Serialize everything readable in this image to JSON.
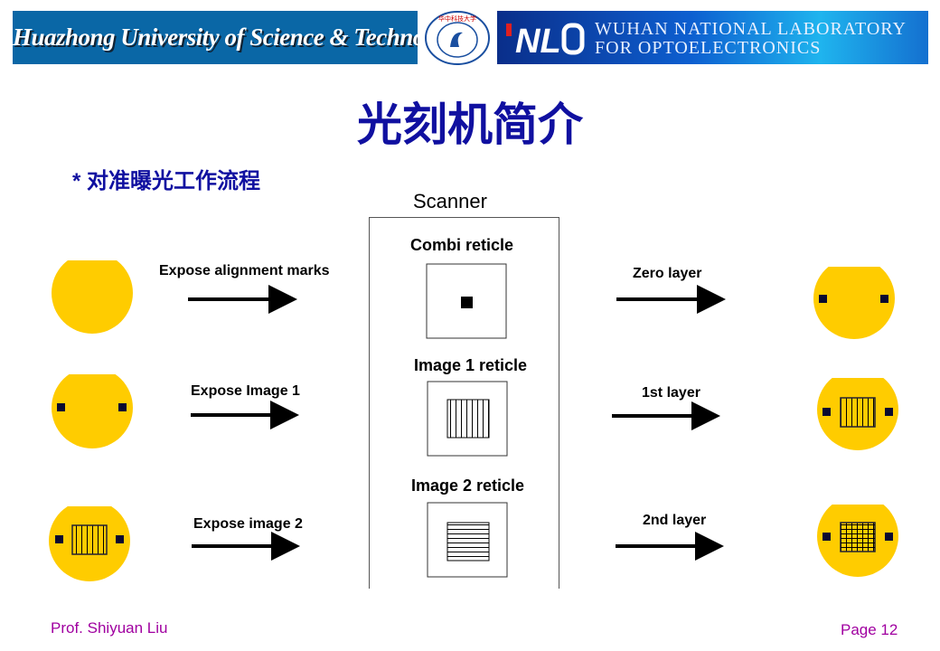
{
  "header": {
    "left_banner": "Huazhong University of Science & Technology",
    "right_banner_line1": "WUHAN NATIONAL LABORATORY",
    "right_banner_line2": "FOR OPTOELECTRONICS",
    "logo_text": "NL"
  },
  "title": "光刻机简介",
  "subtitle": "* 对准曝光工作流程",
  "scanner": {
    "label": "Scanner",
    "reticles": [
      "Combi reticle",
      "Image 1 reticle",
      "Image 2 reticle"
    ]
  },
  "steps": [
    {
      "input_label": "Expose alignment marks",
      "output_label": "Zero layer"
    },
    {
      "input_label": "Expose Image 1",
      "output_label": "1st layer"
    },
    {
      "input_label": "Expose image 2",
      "output_label": "2nd layer"
    }
  ],
  "colors": {
    "wafer": "#ffcc00",
    "title": "#1010a0",
    "footer": "#a000a0"
  },
  "footer": {
    "author": "Prof. Shiyuan  Liu",
    "page": "Page 12"
  }
}
